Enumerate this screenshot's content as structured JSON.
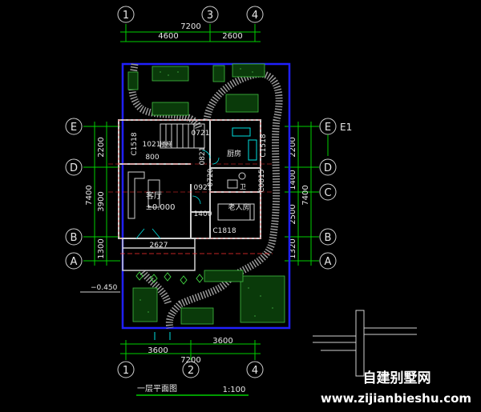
{
  "grid": {
    "col1": "1",
    "col2": "2",
    "col3": "3",
    "col4": "4",
    "rowA": "A",
    "rowB": "B",
    "rowC": "C",
    "rowD": "D",
    "rowE": "E",
    "rowE1": "E1"
  },
  "dims": {
    "top_total": "7200",
    "top_left": "4600",
    "top_right": "2600",
    "bottom_total": "7200",
    "bottom_left": "3600",
    "bottom_right": "3600",
    "left_2200": "2200",
    "left_3900": "3900",
    "left_1300": "1300",
    "left_7400": "7400",
    "right_2200": "2200",
    "right_1400": "1400",
    "right_2500": "2500",
    "right_1320": "1320",
    "right_7400": "7400"
  },
  "rooms": {
    "living": "客厅",
    "elevation": "±0.000",
    "kitchen": "厨房",
    "bath": "卫",
    "elder": "老人房",
    "stair": "楼梯"
  },
  "codes": {
    "c1518_left": "C1518",
    "m1021": "1021",
    "m800": "800",
    "m0721": "0721",
    "m0821": "0821",
    "m0720": "0720",
    "m0921": "0921",
    "c1518_right": "C1518",
    "c0815": "C0815",
    "w1400": "1400",
    "c1818": "C1818",
    "d2627": "2627"
  },
  "level_outside": "−0.450",
  "title": "一层平面图",
  "scale": "1:100",
  "watermark": {
    "cn": "自建别墅网",
    "url": "www.zijianbieshu.com"
  },
  "colors": {
    "grid_line": "#00d000",
    "wall": "#d0d0d0",
    "blue_border": "#2020ff",
    "dim_text": "#e8e8e8",
    "red": "#ff3030",
    "cyan": "#00e0e0"
  }
}
